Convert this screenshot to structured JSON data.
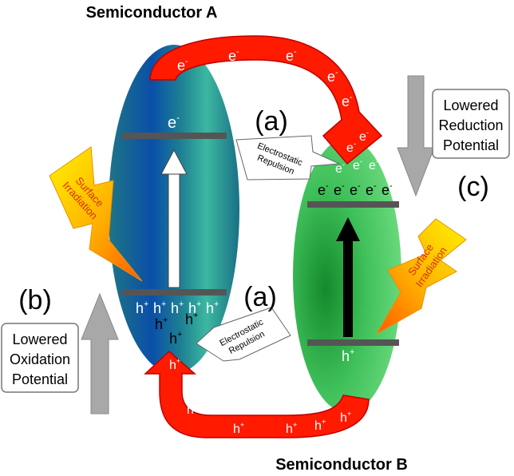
{
  "titles": {
    "semiconductor_a": "Semiconductor A",
    "semiconductor_b": "Semiconductor B"
  },
  "markers": {
    "a_top": "(a)",
    "a_bottom": "(a)",
    "b": "(b)",
    "c": "(c)"
  },
  "callouts": {
    "repulsion_top": [
      "Electrostatic",
      "Repulsion"
    ],
    "repulsion_bottom": [
      "Electrostatic",
      "Repulsion"
    ]
  },
  "boxes": {
    "reduction": [
      "Lowered",
      "Reduction",
      "Potential"
    ],
    "oxidation": [
      "Lowered",
      "Oxidation",
      "Potential"
    ]
  },
  "bolts": {
    "left": [
      "Surface",
      "Irradiation"
    ],
    "right": [
      "Surface",
      "Irradiation"
    ]
  },
  "charges": {
    "electron": "e",
    "electron_sup": "-",
    "hole": "h",
    "hole_sup": "+"
  },
  "colors": {
    "semiconductor_a": "#1a7a8c",
    "semiconductor_b": "#33b84a",
    "arrow_red": "#ff1a00",
    "band": "#555555",
    "gray_arrow": "#a8a8a8",
    "bolt_yellow": "#ffee00",
    "bolt_orange": "#ff6a00"
  }
}
